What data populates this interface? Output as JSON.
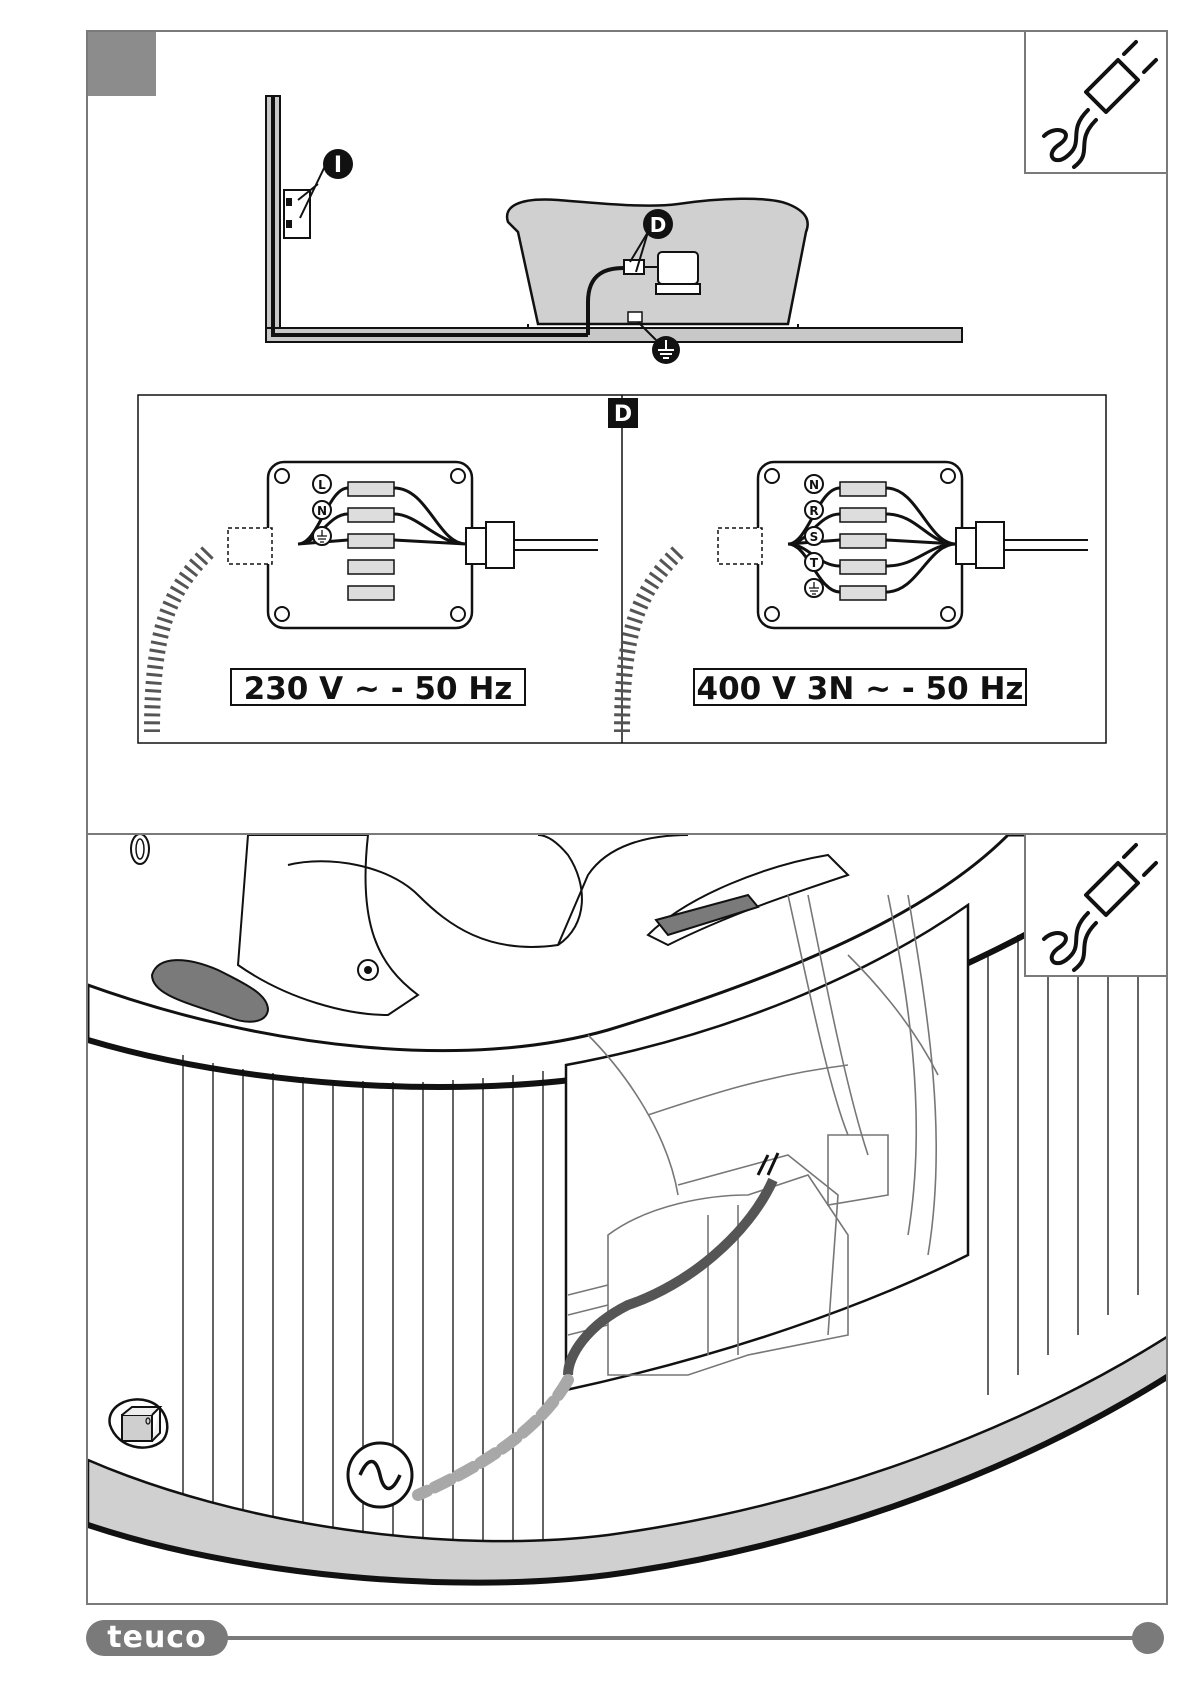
{
  "labels": {
    "callout_i": "I",
    "callout_d": "D",
    "panel_d": "D",
    "terminal_l": "L",
    "terminal_n": "N",
    "terminal_n3": "N",
    "terminal_r": "R",
    "terminal_s": "S",
    "terminal_t": "T"
  },
  "voltage": {
    "single_phase": "230 V ~ - 50 Hz",
    "three_phase": "400 V 3N ~ - 50 Hz"
  },
  "logo": {
    "brand": "teuco"
  },
  "icons": {
    "plug": "plug-icon",
    "ground": "ground-icon",
    "ac": "ac-sine-icon",
    "switch": "switch-icon"
  },
  "colors": {
    "frame": "#7a7a7a",
    "tub_gray": "#d0d0d0",
    "cable_gray": "#a8a8a8"
  }
}
